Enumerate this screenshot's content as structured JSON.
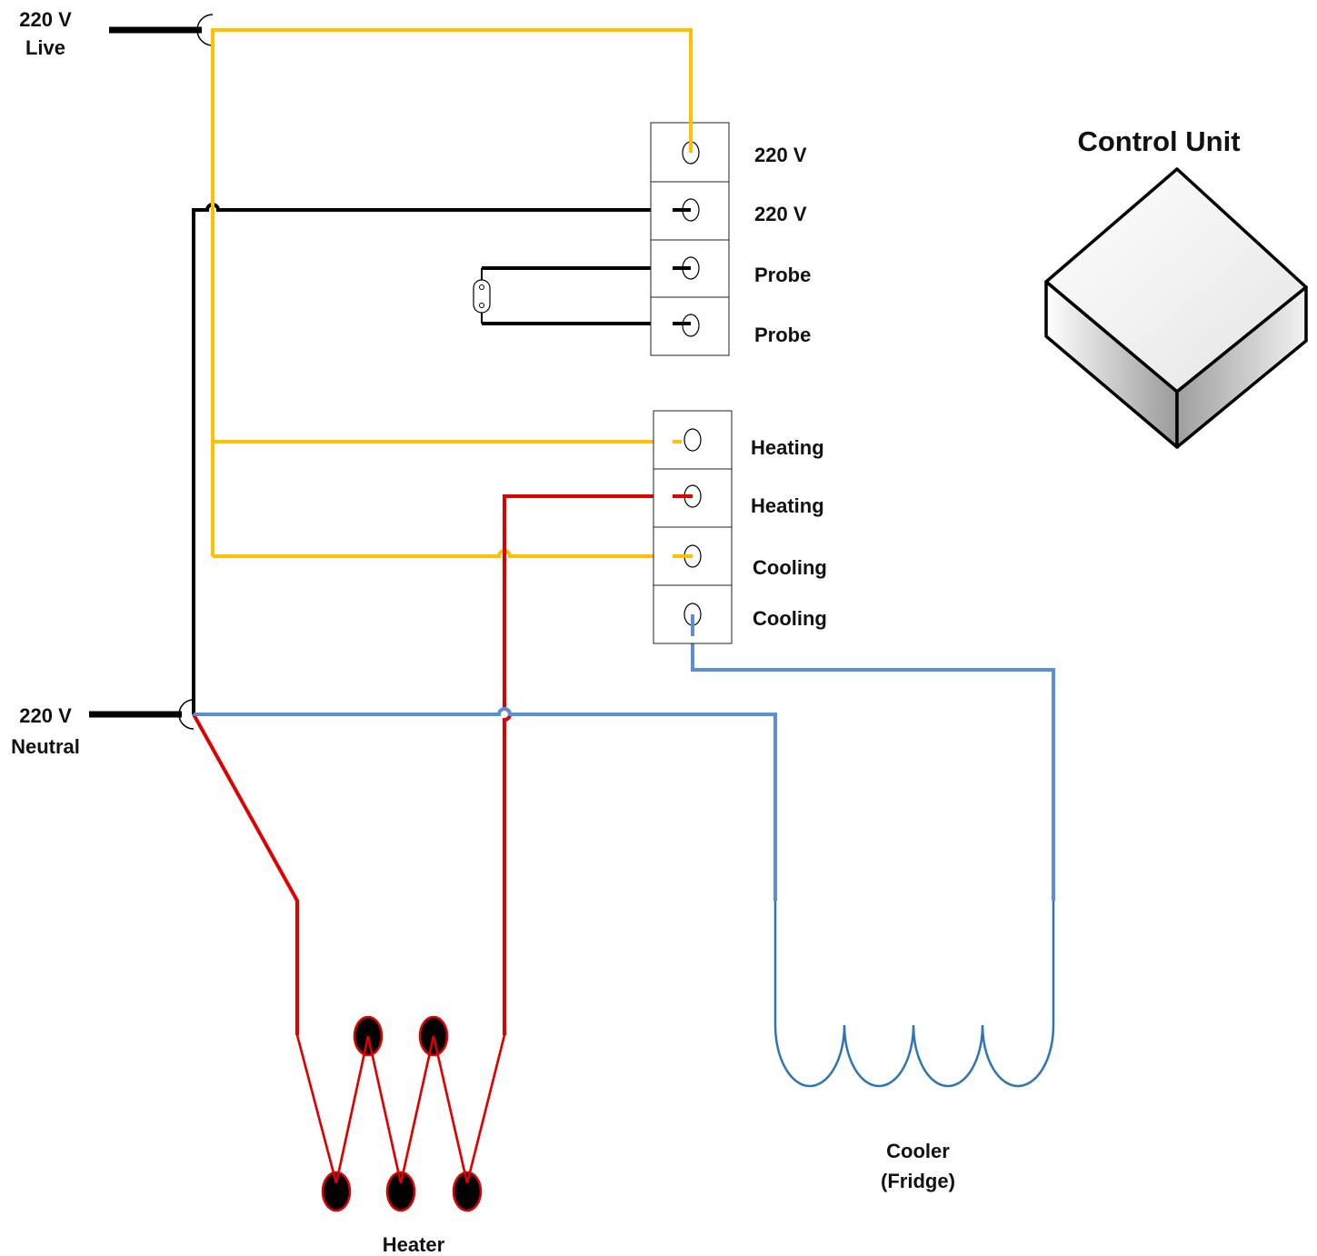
{
  "supply": {
    "live": {
      "line1": "220 V",
      "line2": "Live"
    },
    "neutral": {
      "line1": "220 V",
      "line2": "Neutral"
    }
  },
  "control_unit": {
    "title": "Control Unit"
  },
  "terminal_block_1": {
    "labels": [
      "220 V",
      "220 V",
      "Probe",
      "Probe"
    ]
  },
  "terminal_block_2": {
    "labels": [
      "Heating",
      "Heating",
      "Cooling",
      "Cooling"
    ]
  },
  "heater": {
    "label": "Heater"
  },
  "cooler": {
    "line1": "Cooler",
    "line2": "(Fridge)"
  },
  "colors": {
    "live_wire": "#FFC000",
    "neutral_wire": "#000000",
    "heater_wire": "#E00000",
    "cooler_wire": "#5B8FD4",
    "coil": "#2E75B6",
    "heater_node": "#000000"
  }
}
